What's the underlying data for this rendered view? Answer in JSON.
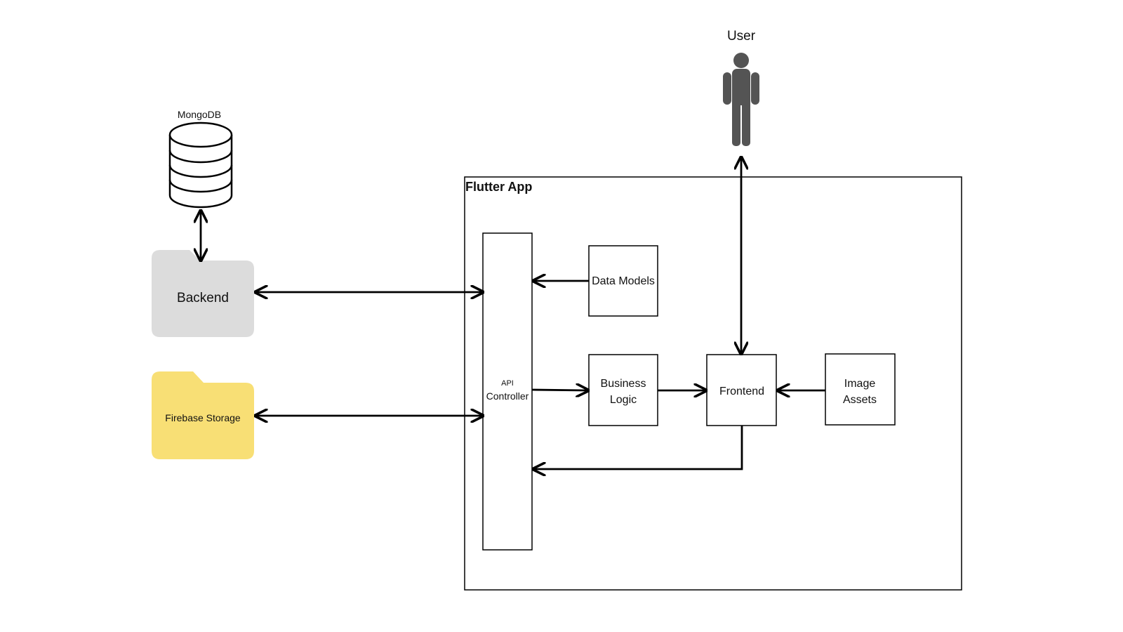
{
  "labels": {
    "user": "User",
    "mongodb": "MongoDB",
    "backend": "Backend",
    "firebase_storage": "Firebase Storage",
    "flutter_app": "Flutter App",
    "api": "API",
    "controller": "Controller",
    "data_models": "Data Models",
    "business": "Business",
    "logic": "Logic",
    "frontend": "Frontend",
    "image": "Image",
    "assets": "Assets"
  },
  "colors": {
    "backend_fill": "#dcdcdc",
    "firebase_fill": "#f8df75",
    "user_icon": "#545454",
    "stroke": "#000000"
  },
  "icons": {
    "user": "person-icon",
    "mongodb": "database-icon",
    "firebase_storage": "folder-icon"
  }
}
